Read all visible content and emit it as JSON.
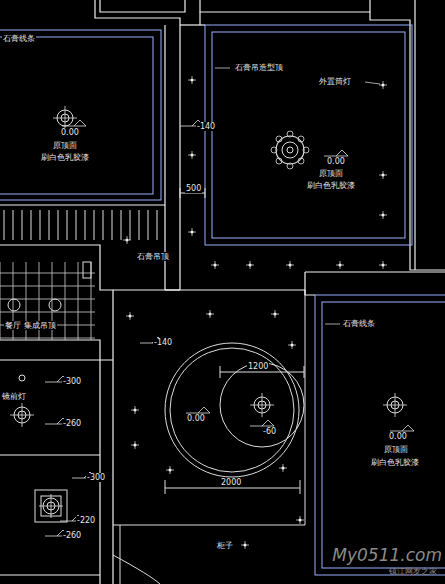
{
  "diagram": {
    "labels": [
      "石膏线条",
      "0.00",
      "原顶面",
      "刷白色乳胶漆",
      "石膏吊造型顶",
      "外置筒灯",
      "-140",
      "0.00",
      "原顶面",
      "刷白色乳胶漆",
      "500",
      "石膏吊顶",
      "餐厅 集成吊顶",
      "-140",
      "1200",
      "0.00",
      "-60",
      "2000",
      "石膏线条",
      "0.00",
      "原顶面",
      "刷白色乳胶漆",
      "-300",
      "镜前灯",
      "-260",
      "-300",
      "-220",
      "-260",
      "柜子",
      "My0511.com",
      "镇江网友之家"
    ]
  }
}
